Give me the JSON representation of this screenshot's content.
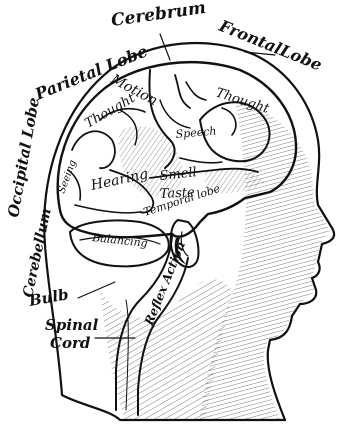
{
  "labels": {
    "cerebrum": "Cerebrum",
    "frontal_lobe": "FrontalLobe",
    "parietal_lobe": "Parietal Lobe",
    "occipital_lobe": "Occipital Lobe",
    "cerebellum": "Cerebellum",
    "motion": "Motion",
    "thought_left": "Thought",
    "thought_right": "Thought",
    "speech": "Speech",
    "seeing": "Seeing",
    "hearing": "Hearing",
    "smell": "Smell",
    "taste": "Taste",
    "temporal_lobe": "Temporal lobe",
    "balancing": "Balancing",
    "bulb": "Bulb",
    "reflex_action": "Reflex Action",
    "spinal": "Spinal",
    "cord": "Cord"
  }
}
